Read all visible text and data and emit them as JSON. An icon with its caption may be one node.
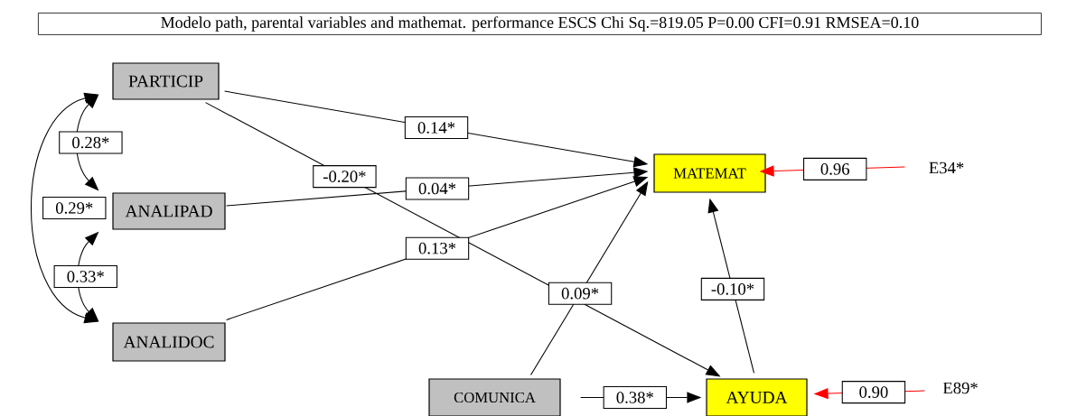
{
  "diagram": {
    "title": "Modelo path, parental variables and mathemat. performance ESCS Chi Sq.=819.05 P=0.00 CFI=0.91 RMSEA=0.10",
    "nodes": [
      {
        "text": [
          "PARTICIP"
        ]
      },
      {
        "text": [
          "ANALIPAD"
        ]
      },
      {
        "text": [
          "ANALIDOC"
        ]
      },
      {
        "text": [
          "COMUNICA"
        ]
      },
      {
        "text": [
          "MATEMAT"
        ]
      },
      {
        "text": [
          "AYUDA"
        ]
      },
      {
        "text": [
          "E34*"
        ]
      },
      {
        "text": [
          "E89*"
        ]
      }
    ],
    "edges": [
      {
        "from": 0,
        "to": 4,
        "arrow": "to",
        "label": "0.14*"
      },
      {
        "from": 0,
        "to": 5,
        "arrow": "to",
        "label": "-0.20*"
      },
      {
        "from": 1,
        "to": 4,
        "arrow": "to",
        "label": "0.04*"
      },
      {
        "from": 2,
        "to": 4,
        "arrow": "to",
        "label": "0.13*"
      },
      {
        "from": 3,
        "to": 4,
        "arrow": "to",
        "label": "0.09*"
      },
      {
        "from": 3,
        "to": 5,
        "arrow": "to",
        "label": "0.38*"
      },
      {
        "from": 5,
        "to": 4,
        "arrow": "to",
        "label": "-0.10*"
      },
      {
        "from": 6,
        "to": 4,
        "arrow": "to",
        "label": "0.96",
        "color": "#ff0000"
      },
      {
        "from": 7,
        "to": 5,
        "arrow": "to",
        "label": "0.90",
        "color": "#ff0000"
      },
      {
        "from": 0,
        "to": 1,
        "arrow": "both",
        "label": "0.28*"
      },
      {
        "from": 0,
        "to": 2,
        "arrow": "both",
        "label": "0.29*"
      },
      {
        "from": 1,
        "to": 2,
        "arrow": "both",
        "label": "0.33*"
      }
    ]
  }
}
